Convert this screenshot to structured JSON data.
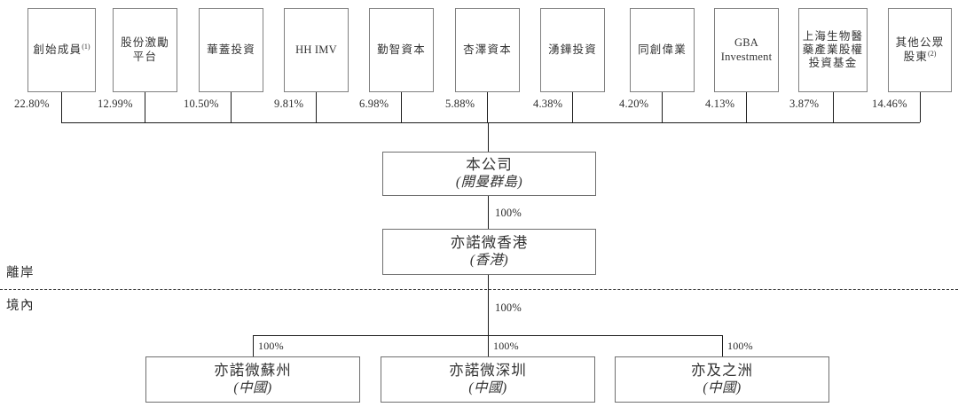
{
  "diagram": {
    "title": "Shareholding and corporate structure chart",
    "colors": {
      "box_border": "#808080",
      "entity_border": "#6e6e6e",
      "connector": "#1c1c1c",
      "text": "#333333",
      "background": "#ffffff"
    },
    "zones": {
      "offshore_label": "離岸",
      "onshore_label": "境內"
    },
    "shareholders": [
      {
        "name": "創始成員",
        "footnote": "(1)",
        "percent": "22.80%"
      },
      {
        "name_line1": "股份激勵",
        "name_line2": "平台",
        "percent": "12.99%"
      },
      {
        "name": "華蓋投資",
        "percent": "10.50%"
      },
      {
        "name": "HH IMV",
        "percent": "9.81%",
        "latin": true
      },
      {
        "name": "勤智資本",
        "percent": "6.98%"
      },
      {
        "name": "杏澤資本",
        "percent": "5.88%"
      },
      {
        "name": "湧鏵投資",
        "percent": "4.38%"
      },
      {
        "name": "同創偉業",
        "percent": "4.20%"
      },
      {
        "name_line1": "GBA",
        "name_line2": "Investment",
        "percent": "4.13%",
        "latin": true
      },
      {
        "name_line1": "上海生物醫",
        "name_line2": "藥產業股權",
        "name_line3": "投資基金",
        "percent": "3.87%"
      },
      {
        "name_line1": "其他公眾",
        "name_line2": "股東",
        "footnote": "(2)",
        "percent": "14.46%"
      }
    ],
    "entities": {
      "company": {
        "name": "本公司",
        "place": "(開曼群島)"
      },
      "hk": {
        "name": "亦諾微香港",
        "place": "(香港)",
        "percent_from_parent": "100%"
      },
      "branch_percent": "100%",
      "subsidiaries": [
        {
          "name": "亦諾微蘇州",
          "place": "(中國)",
          "percent": "100%"
        },
        {
          "name": "亦諾微深圳",
          "place": "(中國)",
          "percent": "100%"
        },
        {
          "name": "亦及之洲",
          "place": "(中國)",
          "percent": "100%"
        }
      ]
    }
  }
}
